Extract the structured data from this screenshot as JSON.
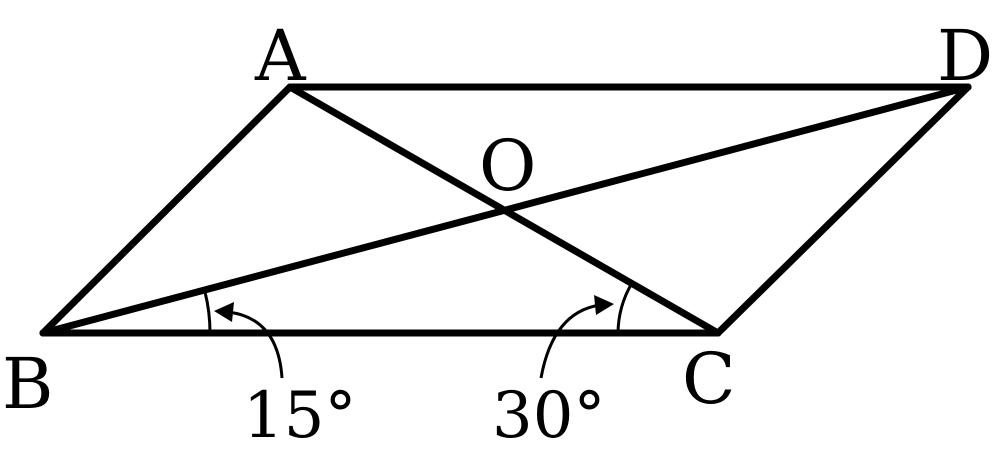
{
  "points": {
    "A": "A",
    "B": "B",
    "C": "C",
    "D": "D",
    "O": "O"
  },
  "angles": {
    "dbc": "15°",
    "acb": "30°"
  }
}
